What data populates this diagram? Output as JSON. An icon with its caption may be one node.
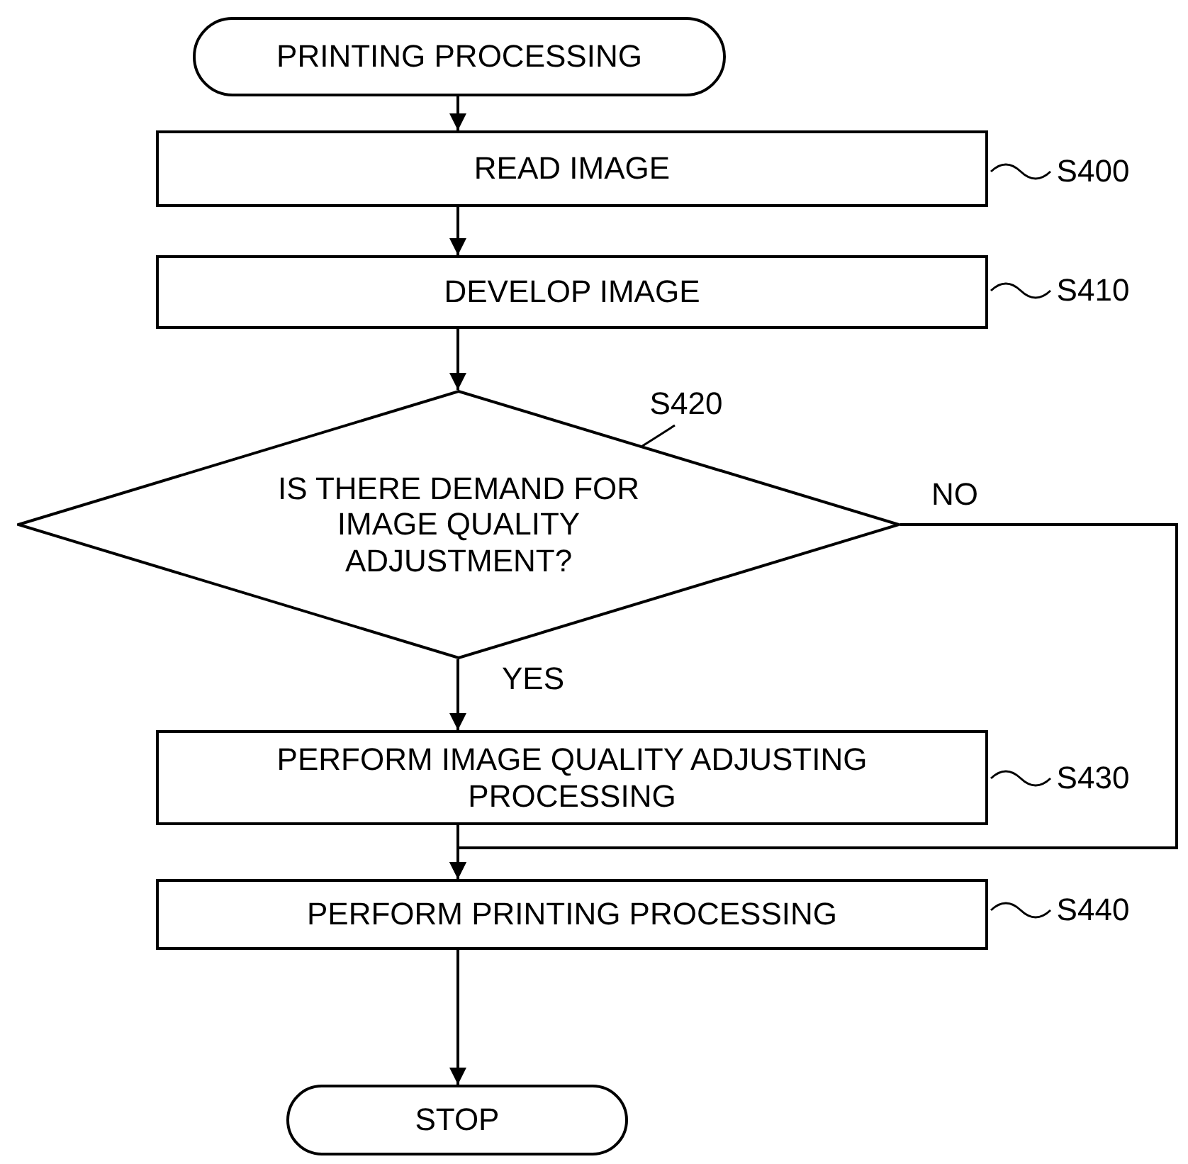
{
  "diagram": {
    "nodes": [
      {
        "text": [
          "PRINTING PROCESSING"
        ]
      },
      {
        "text": [
          "READ IMAGE"
        ]
      },
      {
        "text": [
          "DEVELOP IMAGE"
        ]
      },
      {
        "text": [
          "IS THERE DEMAND FOR IMAGE QUALITY ADJUSTMENT?"
        ]
      },
      {
        "text": [
          "PERFORM IMAGE QUALITY ADJUSTING PROCESSING"
        ]
      },
      {
        "text": [
          "PERFORM PRINTING PROCESSING"
        ]
      },
      {
        "text": [
          "STOP"
        ]
      },
      {
        "text": [
          "S400"
        ]
      },
      {
        "text": [
          "S410"
        ]
      },
      {
        "text": [
          "S420"
        ]
      },
      {
        "text": [
          "S430"
        ]
      },
      {
        "text": [
          "S440"
        ]
      }
    ],
    "edges": [
      {
        "from": 0,
        "to": 1,
        "arrow": "to"
      },
      {
        "from": 1,
        "to": 2,
        "arrow": "to"
      },
      {
        "from": 2,
        "to": 3,
        "arrow": "to"
      },
      {
        "from": 3,
        "to": 4,
        "arrow": "to",
        "label": "YES"
      },
      {
        "from": 3,
        "to": 5,
        "arrow": "to",
        "label": "NO"
      },
      {
        "from": 4,
        "to": 5,
        "arrow": "to"
      },
      {
        "from": 5,
        "to": 6,
        "arrow": "to"
      },
      {
        "from": 7,
        "to": 1,
        "arrow": "none"
      },
      {
        "from": 8,
        "to": 2,
        "arrow": "none"
      },
      {
        "from": 9,
        "to": 3,
        "arrow": "none"
      },
      {
        "from": 10,
        "to": 4,
        "arrow": "none"
      },
      {
        "from": 11,
        "to": 5,
        "arrow": "none"
      }
    ]
  }
}
